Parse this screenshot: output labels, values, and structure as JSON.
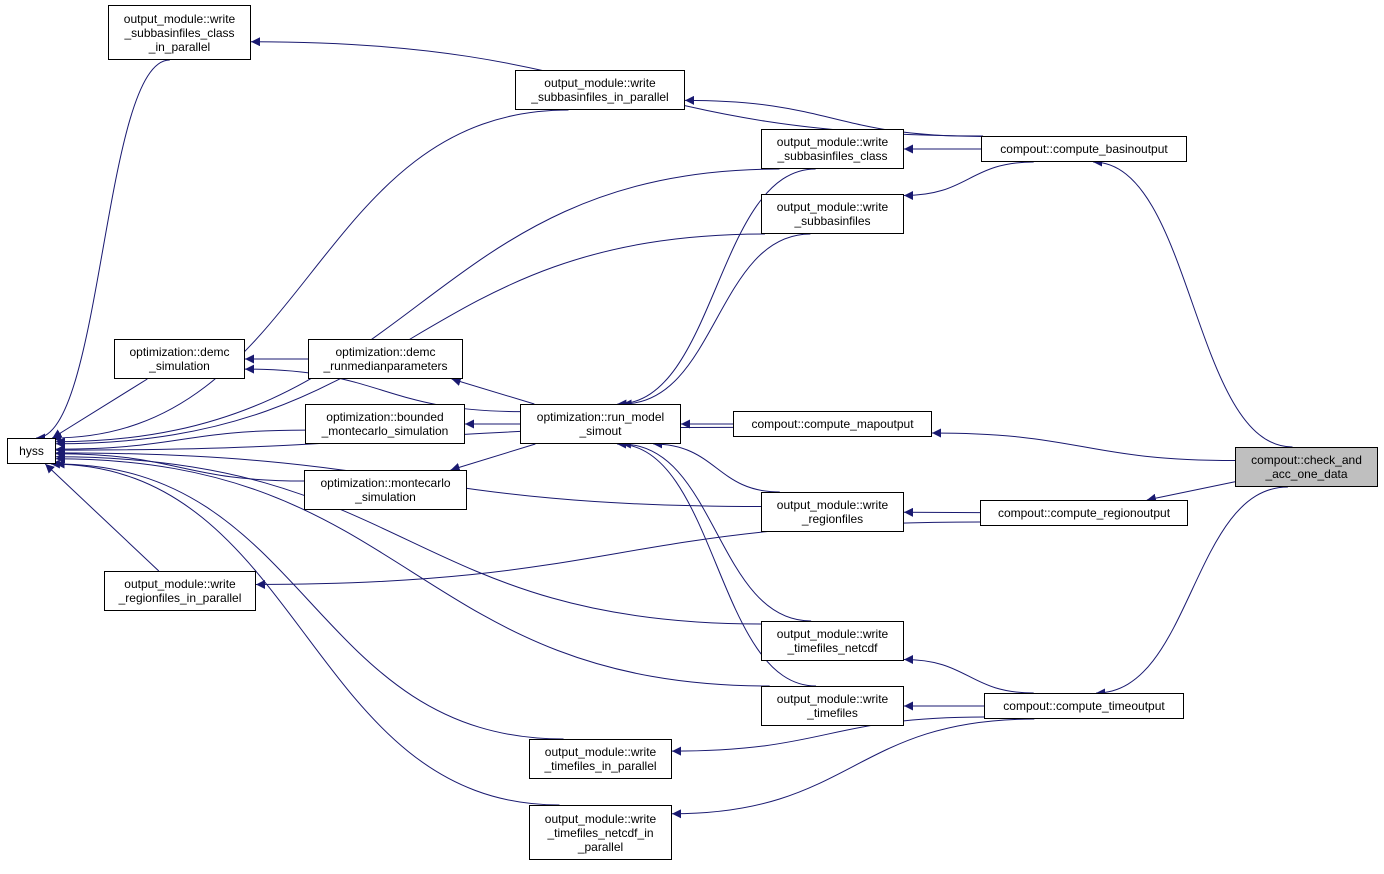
{
  "graph": {
    "edge_color": "#191970",
    "focus_fill": "#bfbfbf",
    "nodes": [
      {
        "id": "hyss",
        "label": "hyss"
      },
      {
        "id": "sbp_class",
        "label": "output_module::write\n_subbasinfiles_class\n_in_parallel"
      },
      {
        "id": "sbp",
        "label": "output_module::write\n_subbasinfiles_in_parallel"
      },
      {
        "id": "sb_class",
        "label": "output_module::write\n_subbasinfiles_class"
      },
      {
        "id": "sb",
        "label": "output_module::write\n_subbasinfiles"
      },
      {
        "id": "basin",
        "label": "compout::compute_basinoutput"
      },
      {
        "id": "demc",
        "label": "optimization::demc\n_simulation"
      },
      {
        "id": "demc_med",
        "label": "optimization::demc\n_runmedianparameters"
      },
      {
        "id": "bounded",
        "label": "optimization::bounded\n_montecarlo_simulation"
      },
      {
        "id": "runmodel",
        "label": "optimization::run_model\n_simout"
      },
      {
        "id": "mapout",
        "label": "compout::compute_mapoutput"
      },
      {
        "id": "check",
        "label": "compout::check_and\n_acc_one_data"
      },
      {
        "id": "monte",
        "label": "optimization::montecarlo\n_simulation"
      },
      {
        "id": "region",
        "label": "output_module::write\n_regionfiles"
      },
      {
        "id": "regionout",
        "label": "compout::compute_regionoutput"
      },
      {
        "id": "region_par",
        "label": "output_module::write\n_regionfiles_in_parallel"
      },
      {
        "id": "tf_netcdf",
        "label": "output_module::write\n_timefiles_netcdf"
      },
      {
        "id": "tf",
        "label": "output_module::write\n_timefiles"
      },
      {
        "id": "timeout",
        "label": "compout::compute_timeoutput"
      },
      {
        "id": "tf_par",
        "label": "output_module::write\n_timefiles_in_parallel"
      },
      {
        "id": "tf_netcdf_par",
        "label": "output_module::write\n_timefiles_netcdf_in\n_parallel"
      }
    ],
    "edges": [
      [
        "hyss",
        "sbp_class"
      ],
      [
        "hyss",
        "sbp"
      ],
      [
        "hyss",
        "sb_class"
      ],
      [
        "hyss",
        "sb"
      ],
      [
        "hyss",
        "mapout"
      ],
      [
        "hyss",
        "demc"
      ],
      [
        "hyss",
        "bounded"
      ],
      [
        "hyss",
        "monte"
      ],
      [
        "hyss",
        "region"
      ],
      [
        "hyss",
        "region_par"
      ],
      [
        "hyss",
        "tf_netcdf"
      ],
      [
        "hyss",
        "tf"
      ],
      [
        "hyss",
        "tf_par"
      ],
      [
        "hyss",
        "tf_netcdf_par"
      ],
      [
        "demc",
        "demc_med"
      ],
      [
        "demc",
        "runmodel"
      ],
      [
        "demc_med",
        "runmodel"
      ],
      [
        "bounded",
        "runmodel"
      ],
      [
        "monte",
        "runmodel"
      ],
      [
        "runmodel",
        "sb_class"
      ],
      [
        "runmodel",
        "sb"
      ],
      [
        "runmodel",
        "mapout"
      ],
      [
        "runmodel",
        "region"
      ],
      [
        "runmodel",
        "tf_netcdf"
      ],
      [
        "runmodel",
        "tf"
      ],
      [
        "sbp_class",
        "basin"
      ],
      [
        "sbp",
        "basin"
      ],
      [
        "sb_class",
        "basin"
      ],
      [
        "sb",
        "basin"
      ],
      [
        "region",
        "regionout"
      ],
      [
        "region_par",
        "regionout"
      ],
      [
        "tf_netcdf",
        "timeout"
      ],
      [
        "tf",
        "timeout"
      ],
      [
        "tf_par",
        "timeout"
      ],
      [
        "tf_netcdf_par",
        "timeout"
      ],
      [
        "basin",
        "check"
      ],
      [
        "mapout",
        "check"
      ],
      [
        "regionout",
        "check"
      ],
      [
        "timeout",
        "check"
      ]
    ]
  }
}
